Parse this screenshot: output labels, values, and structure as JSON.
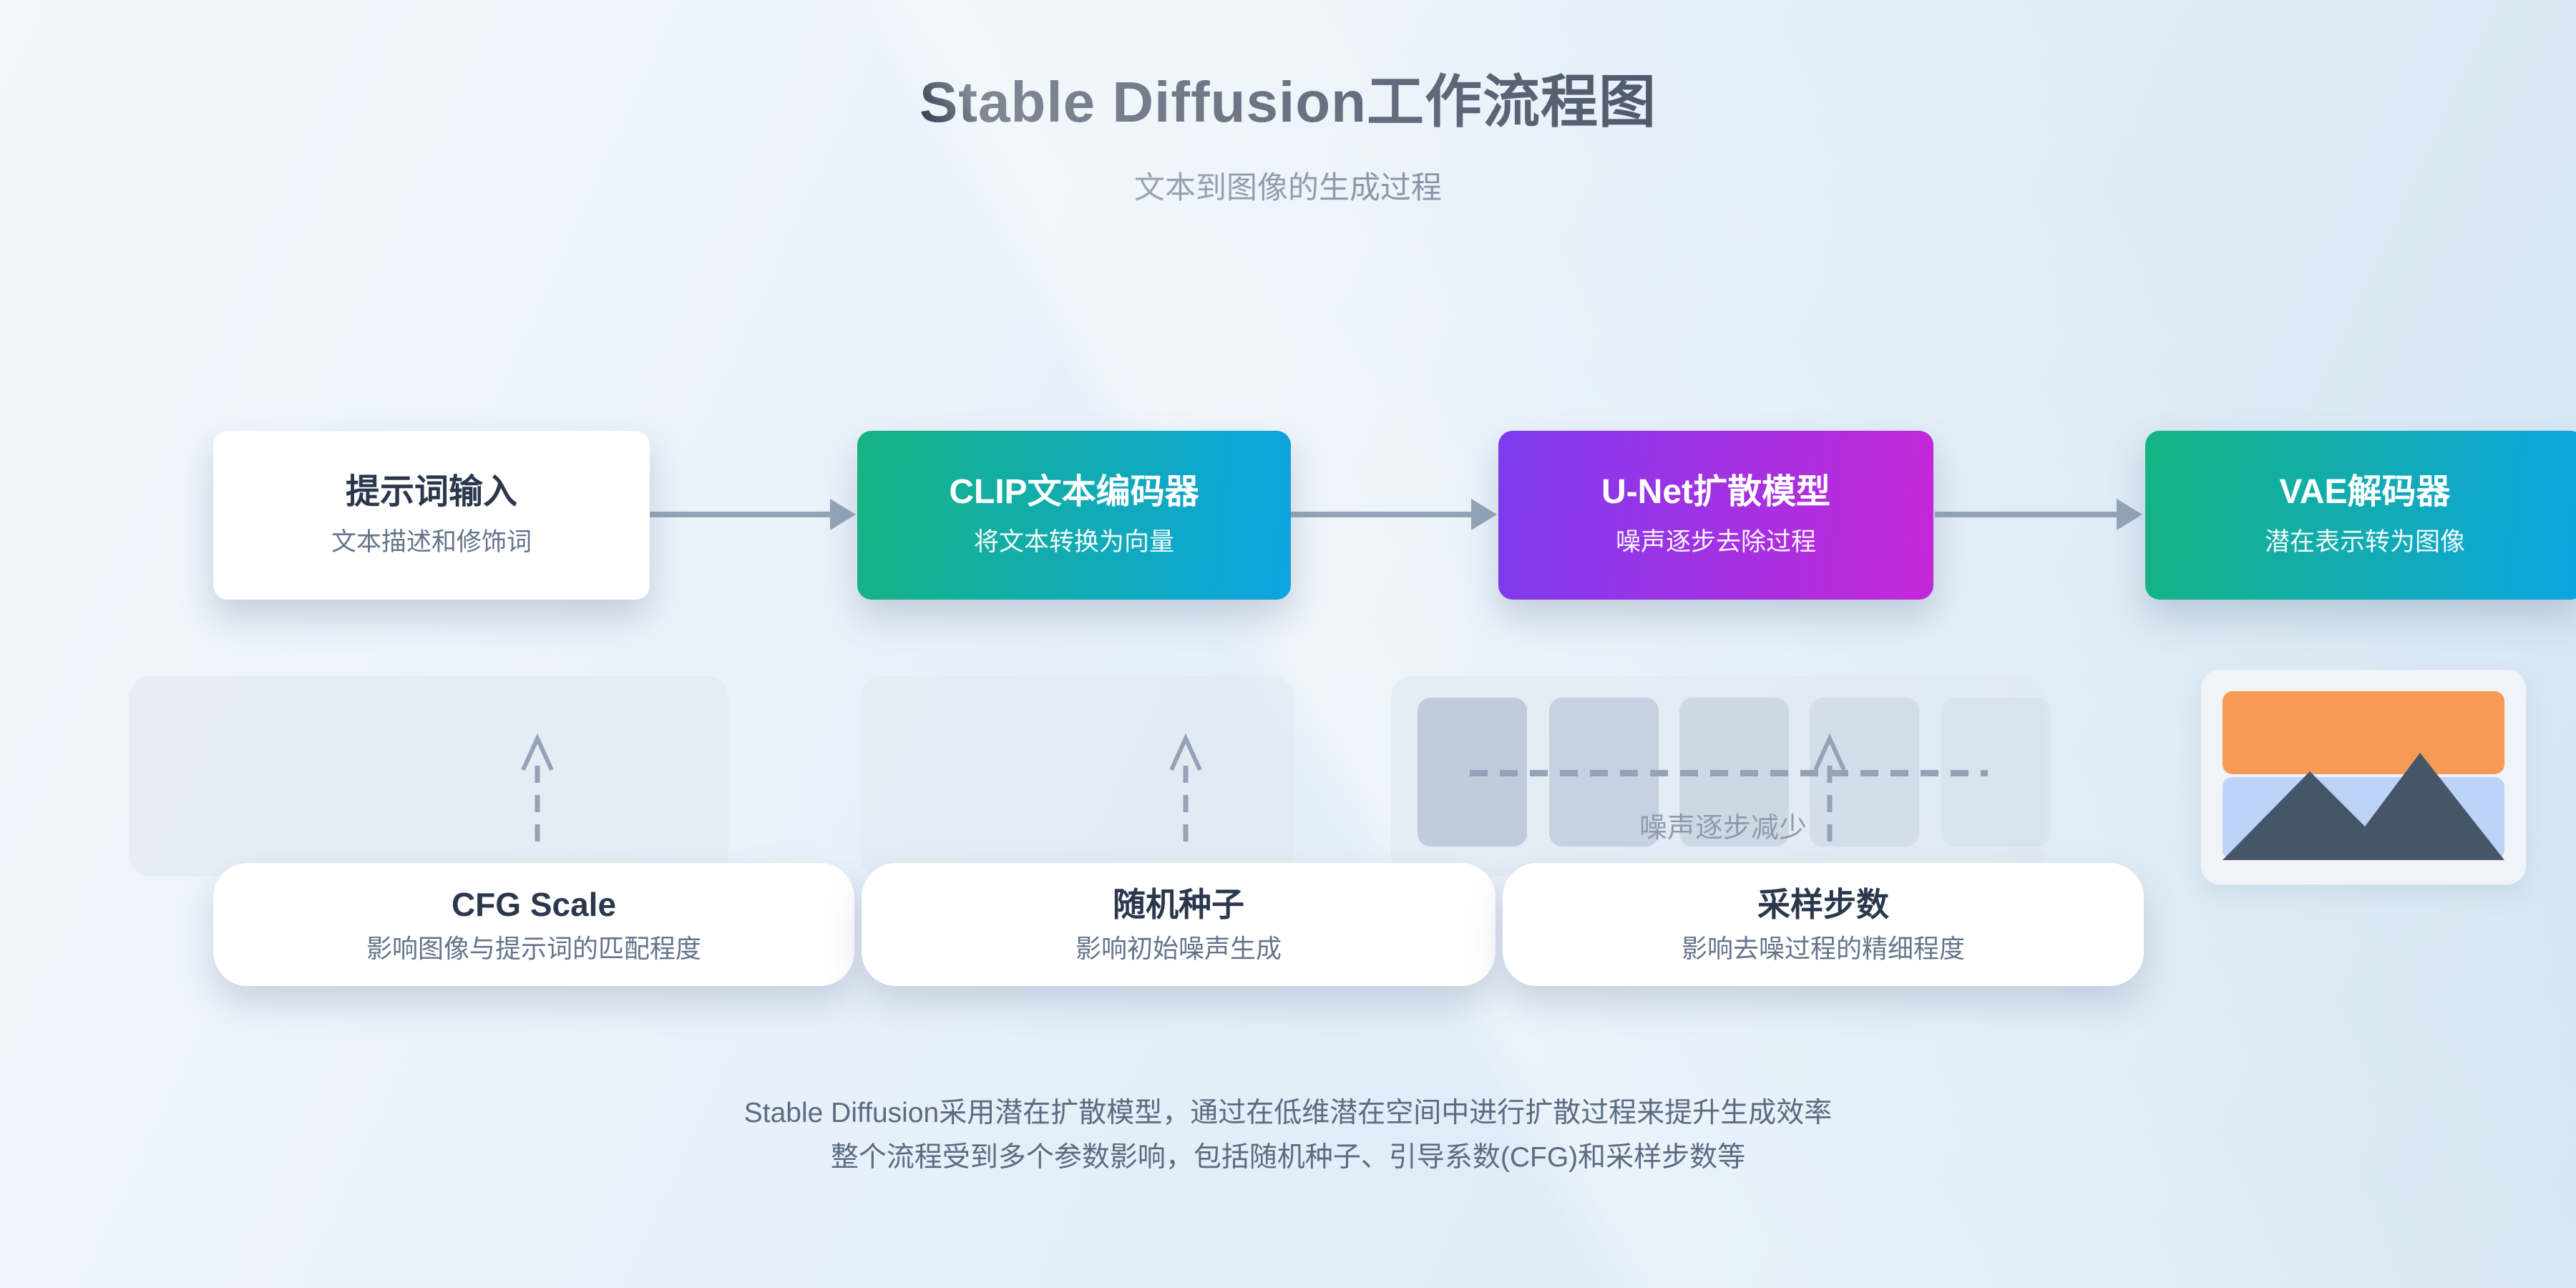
{
  "page": {
    "title": "Stable Diffusion工作流程图",
    "subtitle": "文本到图像的生成过程",
    "footer_lines": [
      "Stable Diffusion采用潜在扩散模型，通过在低维潜在空间中进行扩散过程来提升生成效率",
      "整个流程受到多个参数影响，包括随机种子、引导系数(CFG)和采样步数等"
    ]
  },
  "flow": {
    "steps": [
      {
        "title": "提示词输入",
        "desc": "文本描述和修饰词",
        "style": "white"
      },
      {
        "title": "CLIP文本编码器",
        "desc": "将文本转换为向量",
        "style": "teal"
      },
      {
        "title": "U-Net扩散模型",
        "desc": "噪声逐步去除过程",
        "style": "purple"
      },
      {
        "title": "VAE解码器",
        "desc": "潜在表示转为图像",
        "style": "teal"
      }
    ]
  },
  "denoise": {
    "label": "噪声逐步减少",
    "square_count": 5
  },
  "params": {
    "cards": [
      {
        "title": "CFG Scale",
        "desc": "影响图像与提示词的匹配程度"
      },
      {
        "title": "随机种子",
        "desc": "影响初始噪声生成"
      },
      {
        "title": "采样步数",
        "desc": "影响去噪过程的精细程度"
      }
    ]
  },
  "colors": {
    "background_start": "#f1f7fc",
    "background_end": "#d4e6f3",
    "encoder_gradient_start": "#16b383",
    "encoder_gradient_end": "#0da4e1",
    "unet_gradient_start": "#7d3bee",
    "unet_gradient_end": "#c428d7",
    "arrow": "#94a3b8",
    "heading_text": "#333f54",
    "muted_text": "#64748b",
    "image_sky": "#f79a56",
    "image_ground": "#bdd3f8",
    "image_mountain": "#475569"
  }
}
